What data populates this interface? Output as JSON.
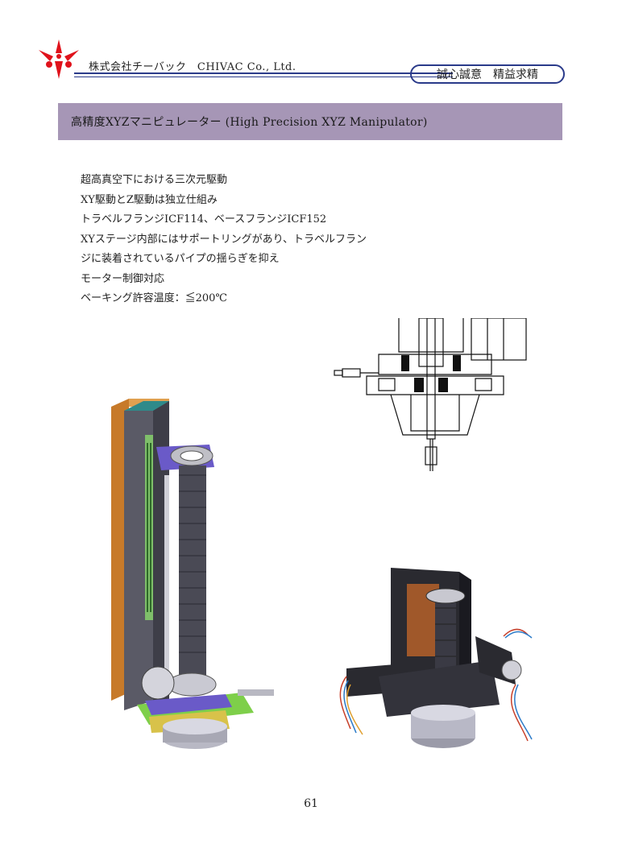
{
  "header": {
    "company": "株式会社チーバック　CHIVAC Co., Ltd.",
    "motto": "誠心誠意　精益求精",
    "logo_icon": "chivac-logo-icon",
    "brand_colors": {
      "logo_red": "#e0121b",
      "line_blue": "#2a3a8a"
    }
  },
  "section": {
    "title": "高精度XYZマニピュレーター (High Precision XYZ Manipulator)",
    "title_bg": "#a696b6"
  },
  "features": [
    "超高真空下における三次元駆動",
    "XY駆動とZ駆動は独立仕組み",
    "トラベルフランジICF114、ベースフランジICF152",
    "XYステージ内部にはサポートリングがあり、トラベルフラン",
    "ジに装着されているパイプの揺らぎを抑え",
    "モーター制御対応",
    "ベーキング許容温度：≦200℃"
  ],
  "figures": {
    "render_left": "xyz-manipulator-render",
    "drawing_top_right": "manipulator-cross-section-drawing",
    "photo_bottom_right": "motorized-manipulator-render"
  },
  "footer": {
    "page_number": "61"
  }
}
